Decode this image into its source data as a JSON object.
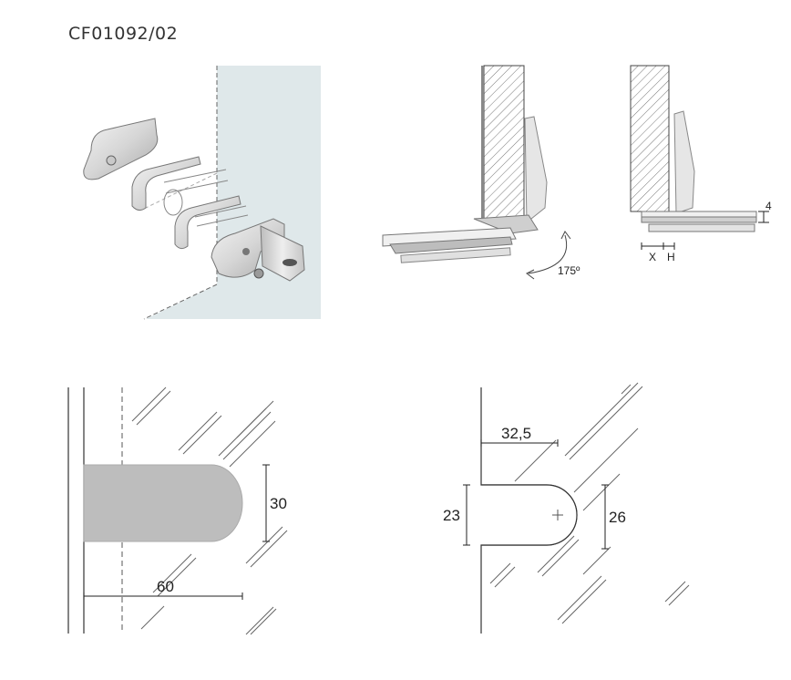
{
  "product_code": "CF01092/02",
  "hinge_views": {
    "rotation_angle": "175º",
    "thickness_label": "4",
    "x_label": "X",
    "h_label": "H"
  },
  "cutout_side": {
    "depth": "60",
    "height": "30"
  },
  "cutout_front": {
    "depth": "32,5",
    "slot_height": "23",
    "radius_diameter": "26"
  }
}
